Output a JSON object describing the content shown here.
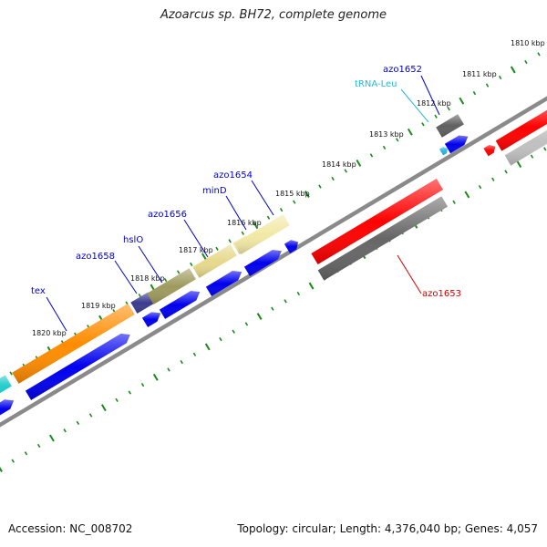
{
  "header": {
    "title": "Azoarcus sp. BH72, complete genome"
  },
  "footer": {
    "accession": "Accession: NC_008702",
    "summary": "Topology: circular; Length: 4,376,040 bp; Genes: 4,057"
  },
  "ruler": {
    "ticks": [
      "1810 kbp",
      "1811 kbp",
      "1812 kbp",
      "1813 kbp",
      "1814 kbp",
      "1815 kbp",
      "1816 kbp",
      "1817 kbp",
      "1818 kbp",
      "1819 kbp",
      "1820 kbp"
    ]
  },
  "colors": {
    "backbone": "#8a8a8a",
    "tick": "#1a8a1a",
    "cds": "#0000ee",
    "rna": "#e00000",
    "trna": "#29b6e0",
    "label_default": "#0000cc",
    "label_rna": "#d00000",
    "label_trna": "#29b6d6"
  },
  "features": {
    "tex": {
      "label": "tex",
      "color": "#ff8c00"
    },
    "azo1658": {
      "label": "azo1658",
      "color": "#3b3b8f"
    },
    "hslO": {
      "label": "hslO",
      "color": "#9e9a5e"
    },
    "azo1656": {
      "label": "azo1656",
      "color": "#e6d98c"
    },
    "minD": {
      "label": "minD",
      "color": "#efe2a0"
    },
    "azo1654": {
      "label": "azo1654",
      "color": "#f2e8a6"
    },
    "azo1653": {
      "label": "azo1653",
      "color": "#ff0000"
    },
    "azo1652": {
      "label": "azo1652",
      "color": "#606060"
    },
    "trnaleu": {
      "label": "tRNA-Leu",
      "color": "#29b6e0"
    }
  }
}
